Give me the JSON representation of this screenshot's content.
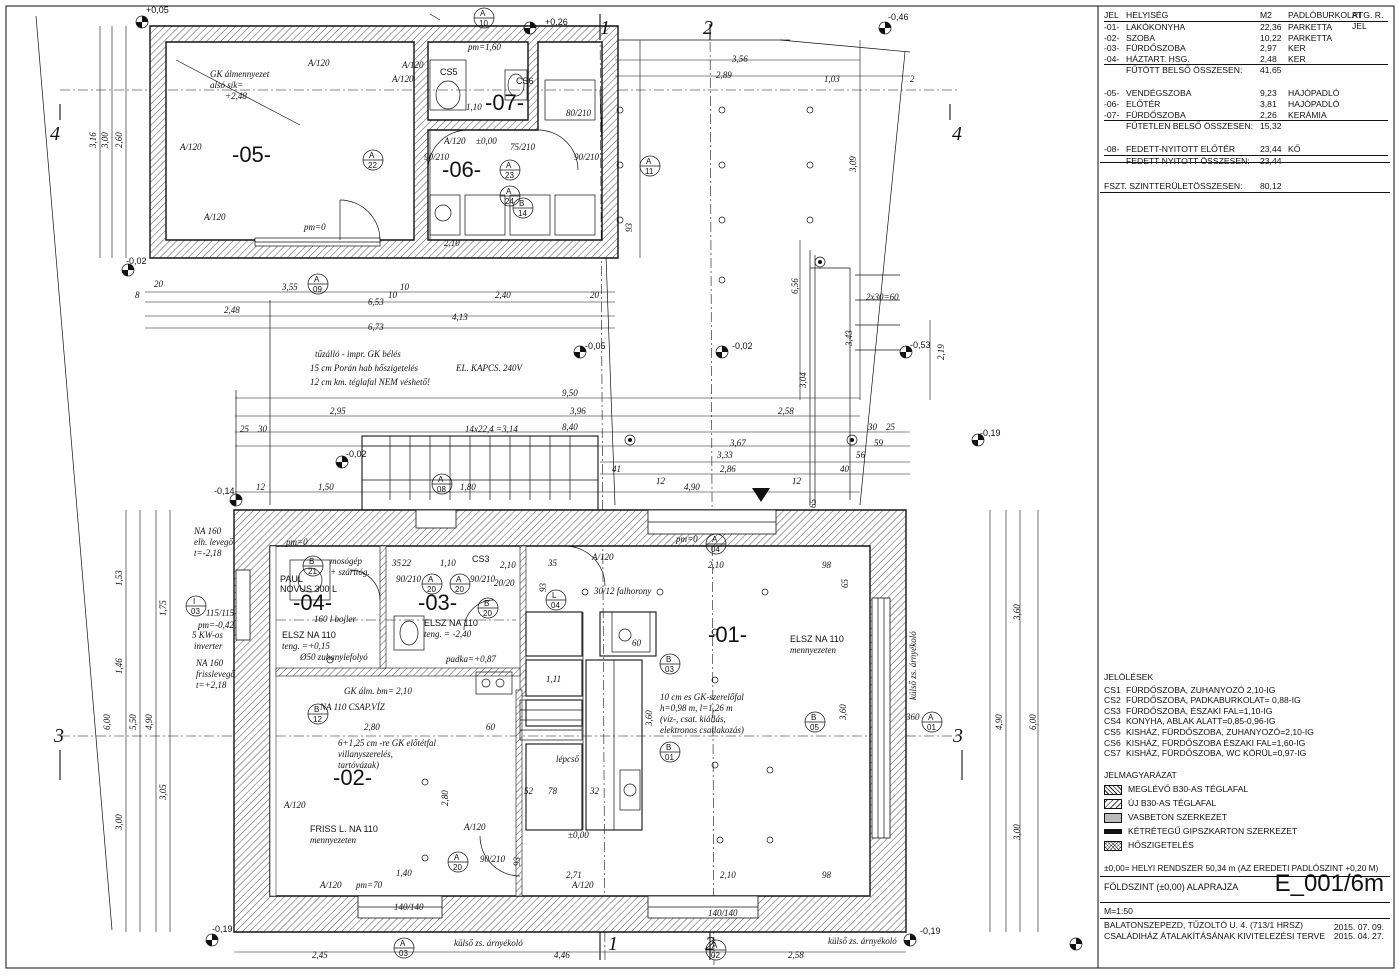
{
  "sheet": {
    "code": "E_001/6m",
    "plan_title": "FÖLDSZINT (±0,00) ALAPRAJZA",
    "scale": "M=1:50",
    "address": "BALATONSZEPEZD, TŰZOLTÓ U. 4. (713/1 HRSZ)",
    "project": "CSALÁDIHÁZ ÁTALAKÍTÁSÁNAK KIVITELEZÉSI TERVE",
    "date1": "2015. 07. 09.",
    "date2": "2015. 04. 27.",
    "reference": "±0,00= HELYI RENDSZER 50,34 m (AZ EREDETI PADLÓSZINT +0,20 M)"
  },
  "room_table": {
    "headers": [
      "JEL",
      "HELYISÉG",
      "M2",
      "PADLÓBURKOLAT",
      "RTG. R. JEL"
    ],
    "heated": [
      [
        "-01-",
        "LAKÓKONYHA",
        "22,36",
        "PARKETTA"
      ],
      [
        "-02-",
        "SZOBA",
        "10,22",
        "PARKETTA"
      ],
      [
        "-03-",
        "FÜRDŐSZOBA",
        "2,97",
        "KER"
      ],
      [
        "-04-",
        "HÁZTART. HSG.",
        "2,48",
        "KER"
      ]
    ],
    "heated_total": [
      "FŰTÖTT BELSŐ ÖSSZESEN:",
      "41,65"
    ],
    "unheated": [
      [
        "-05-",
        "VENDÉGSZOBA",
        "9,23",
        "HAJÓPADLÓ"
      ],
      [
        "-06-",
        "ELŐTÉR",
        "3,81",
        "HAJÓPADLÓ"
      ],
      [
        "-07-",
        "FÜRDŐSZOBA",
        "2,26",
        "KERÁMIA"
      ]
    ],
    "unheated_total": [
      "FŰTETLEN BELSŐ ÖSSZESEN:",
      "15,32"
    ],
    "covered": [
      [
        "-08-",
        "FEDETT-NYITOTT ELŐTÉR",
        "23,44",
        "KŐ"
      ]
    ],
    "covered_total": [
      "FEDETT NYITOTT ÖSSZESEN:",
      "23,44"
    ],
    "floor_total": [
      "FSZT. SZINTTERÜLETÖSSZESEN:",
      "80,12"
    ]
  },
  "symbols": {
    "title": "JELÖLÉSEK",
    "items": [
      [
        "CS1",
        "FÜRDŐSZOBA, ZUHANYOZÓ 2,10-IG"
      ],
      [
        "CS2",
        "FÜRDŐSZOBA, PADKABURKOLAT= 0,88-IG"
      ],
      [
        "CS3",
        "FÜRDŐSZOBA, ÉSZAKI FAL=1,10-IG"
      ],
      [
        "CS4",
        "KONYHA, ABLAK ALATT=0,85-0,96-IG"
      ],
      [
        "CS5",
        "KISHÁZ, FÜRDŐSZOBA, ZUHANYOZÓ=2,10-IG"
      ],
      [
        "CS6",
        "KISHÁZ, FÜRDŐSZOBA ÉSZAKI FAL=1,60-IG"
      ],
      [
        "CS7",
        "KISHÁZ, FÜRDŐSZOBA, WC KÖRÜL=0,97-IG"
      ]
    ]
  },
  "legend": {
    "title": "JELMAGYARÁZAT",
    "items": [
      "MEGLÉVŐ B30-AS TÉGLAFAL",
      "ÚJ B30-AS TÉGLAFAL",
      "VASBETON SZERKEZET",
      "KÉTRÉTEGŰ GIPSZKARTON SZERKEZET",
      "HŐSZIGETELÉS"
    ]
  },
  "plan": {
    "rooms": [
      {
        "id": "-05-",
        "label": "-05-"
      },
      {
        "id": "-06-",
        "label": "-06-"
      },
      {
        "id": "-07-",
        "label": "-07-"
      },
      {
        "id": "-01-",
        "label": "-01-"
      },
      {
        "id": "-02-",
        "label": "-02-"
      },
      {
        "id": "-03-",
        "label": "-03-"
      },
      {
        "id": "-04-",
        "label": "-04-"
      }
    ],
    "section_marks": [
      "1",
      "2",
      "3",
      "4"
    ],
    "levels": [
      "+0,05",
      "+0,26",
      "-0,46",
      "-0,02",
      "-0,05",
      "-0,02",
      "-0,53",
      "-0,19",
      "-0,02",
      "-0,14",
      "-0,19",
      "-0,19"
    ],
    "notes": {
      "gk_ceiling": "GK álmennyezet",
      "gk_ceiling2": "alsó sík=",
      "gk_ceiling3": "+2,48",
      "fireproof1": "tűzálló - impr. GK bélés",
      "fireproof2": "15 cm Porán hab hőszigetelés",
      "fireproof3": "12 cm km. téglafal NEM véshető!",
      "el_kapcs": "EL. KAPCS. 240V",
      "na160a": "NA 160",
      "na160a2": "elh. levegő",
      "na160a3": "t=-2,18",
      "na160b": "NA 160",
      "na160b2": "frisslevegő",
      "na160b3": "t=+2,18",
      "inverter1": "5 KW-os",
      "inverter2": "inverter",
      "pm042": "pm=-0,42",
      "paul": "PAUL",
      "novus": "NOVUS 300 L",
      "mosogep": "mosógép",
      "szaritog": "+ szárítóg.",
      "bojler": "160 l bojler",
      "elsz110a": "ELSZ NA 110",
      "teng015": "teng. =+0,15",
      "zuhany": "Ø50 zuhanylefolyó",
      "elsz110b": "ELSZ NA 110",
      "teng240": "teng. = -2,40",
      "padka": "padka=+0,87",
      "gk_alm": "GK álm. bm= 2,10",
      "csap": "NA 110 CSAP.VÍZ",
      "gk_fal1": "6+1,25 cm -re GK előtétfal",
      "gk_fal2": "villanyszerelés,",
      "gk_fal3": "tartóvázak)",
      "friss1": "FRISS L. NA 110",
      "friss2": "mennyezeten",
      "elsz110c": "ELSZ NA 110",
      "elsz110c2": "mennyezeten",
      "falhorony": "30/12 falhorony",
      "gkszer1": "10 cm es GK-szerelőfal",
      "gkszer2": "h=0,98 m, l=1,26 m",
      "gkszer3": "(víz-, csat. kiállás,",
      "gkszer4": "elektronos csatlakozás)",
      "lepcso": "lépcső",
      "arnyekolo1": "külső zs. árnyékoló",
      "arnyekolo2": "külső zs. árnyékoló",
      "arnyekolo3": "külső zs. árnyékoló",
      "stair": "14x22,4 =3,14",
      "pm0a": "pm=0",
      "pm0b": "pm=0",
      "pm0c": "pm=0",
      "pm70": "pm=70",
      "pm160": "pm=1,60",
      "pm0_0": "±0,00",
      "pm0_1": "±0,00",
      "cs5": "CS5",
      "cs6": "CS6",
      "cs3": "CS3"
    },
    "dims_top": [
      "3,55",
      "10",
      "2,40",
      "20",
      "8",
      "10",
      "6,53",
      "2,48",
      "4,13",
      "6,73",
      "3,56",
      "2,89",
      "1,03",
      "2",
      "20"
    ],
    "dims_mid": [
      "9,50",
      "2,95",
      "3,96",
      "2,58",
      "8,40",
      "3,67",
      "3,33",
      "2,86",
      "4,90",
      "1,50",
      "1,80",
      "25",
      "30",
      "30",
      "25",
      "59",
      "56",
      "41",
      "40",
      "12",
      "12",
      "12"
    ],
    "dims_bottom": [
      "2,45",
      "4,46",
      "2,58"
    ],
    "dims_left": [
      "3,16",
      "3,00",
      "2,60",
      "1,53",
      "1,46",
      "6,00",
      "5,50",
      "4,90",
      "3,05",
      "3,00",
      "1,75"
    ],
    "dims_right": [
      "3,60",
      "4,90",
      "6,00",
      "3,00",
      "3,60",
      "6,56",
      "3,09",
      "3,04",
      "3,43",
      "2,19",
      "2x30=60"
    ],
    "door_tags": [
      [
        "A",
        "10"
      ],
      [
        "A",
        "22"
      ],
      [
        "A",
        "23"
      ],
      [
        "A",
        "24"
      ],
      [
        "A",
        "11"
      ],
      [
        "B",
        "14"
      ],
      [
        "A",
        "09"
      ],
      [
        "A",
        "08"
      ],
      [
        "A",
        "04"
      ],
      [
        "B",
        "21"
      ],
      [
        "A",
        "20"
      ],
      [
        "A",
        "20"
      ],
      [
        "B",
        "20"
      ],
      [
        "L",
        "04"
      ],
      [
        "I",
        "03"
      ],
      [
        "B",
        "03"
      ],
      [
        "B",
        "12"
      ],
      [
        "B",
        "01"
      ],
      [
        "B",
        "05"
      ],
      [
        "A",
        "01"
      ],
      [
        "A",
        "20"
      ],
      [
        "A",
        "03"
      ],
      [
        "A",
        "02"
      ]
    ],
    "openings": [
      "A/120",
      "A/120",
      "A/120",
      "A/120",
      "A/120",
      "A/120",
      "A/120",
      "A/120",
      "A/120",
      "A/120",
      "A/120",
      "90/210",
      "90/210",
      "80/210",
      "90/210",
      "90/210",
      "90/210",
      "75/210",
      "115/115",
      "140/140",
      "140/140",
      "20/20",
      "60",
      "60",
      "360",
      "2,10",
      "2,10",
      "2,10",
      "2,10",
      "98",
      "98",
      "1,40",
      "1,11",
      "2,80",
      "2,80",
      "1,10",
      "1,10",
      "35",
      "35",
      "22",
      "2,71",
      "93",
      "93",
      "93",
      "65",
      "65",
      "3,60",
      "78",
      "52",
      "32"
    ]
  }
}
